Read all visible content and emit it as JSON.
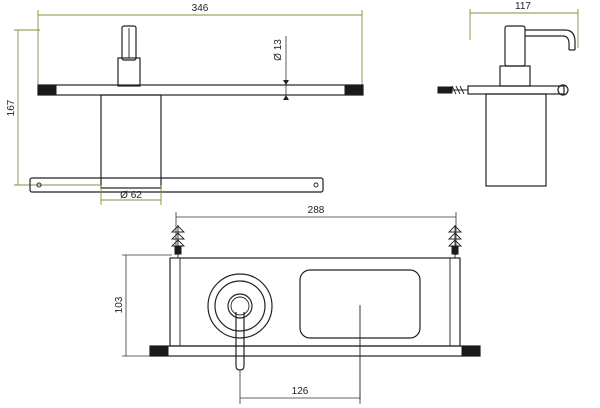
{
  "dimensions": {
    "width_346": "346",
    "height_167": "167",
    "diameter_13": "Ø 13",
    "diameter_62": "Ø 62",
    "depth_117": "117",
    "width_288": "288",
    "height_103": "103",
    "width_126": "126"
  },
  "colors": {
    "ink": "#222222",
    "dimension_line": "#8c8c3a"
  }
}
